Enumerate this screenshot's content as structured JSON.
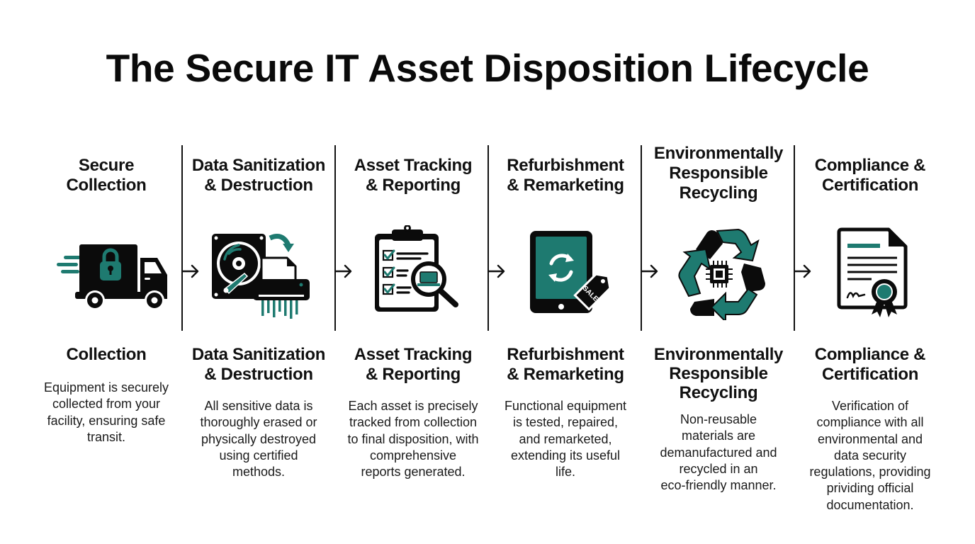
{
  "title": "The Secure IT Asset Disposition Lifecycle",
  "colors": {
    "accent_teal": "#1e7a70",
    "ink": "#111111",
    "background": "#ffffff"
  },
  "stages": [
    {
      "top_heading": [
        "Secure",
        "Collection"
      ],
      "icon": "truck-lock-icon",
      "bottom_heading": [
        "Collection"
      ],
      "description": [
        "Equipment is securely",
        "collected from your",
        "facility, ensuring safe",
        "transit."
      ]
    },
    {
      "top_heading": [
        "Data Sanitization",
        "& Destruction"
      ],
      "icon": "hard-drive-shredder-icon",
      "bottom_heading": [
        "Data Sanitization",
        "& Destruction"
      ],
      "description": [
        "All sensitive data is",
        "thoroughly erased or",
        "physically destroyed",
        "using certified",
        "methods."
      ]
    },
    {
      "top_heading": [
        "Asset Tracking",
        "& Reporting"
      ],
      "icon": "clipboard-magnifier-icon",
      "bottom_heading": [
        "Asset Tracking",
        "& Reporting"
      ],
      "description": [
        "Each asset is precisely",
        "tracked from collection",
        "to final disposition, with",
        "comprehensive",
        "reports generated."
      ]
    },
    {
      "top_heading": [
        "Refurbishment",
        "& Remarketing"
      ],
      "icon": "tablet-refresh-sale-tag-icon",
      "bottom_heading": [
        "Refurbishment",
        "& Remarketing"
      ],
      "description": [
        "Functional equipment",
        "is tested, repaired,",
        "and remarketed,",
        "extending its useful",
        "life."
      ]
    },
    {
      "top_heading": [
        "Environmentally",
        "Responsible",
        "Recycling"
      ],
      "icon": "recycle-chip-icon",
      "bottom_heading": [
        "Environmentally",
        "Responsible",
        "Recycling"
      ],
      "description": [
        "Non-reusable",
        "materials are",
        "demanufactured and",
        "recycled in an",
        "eco-friendly manner."
      ]
    },
    {
      "top_heading": [
        "Compliance &",
        "Certification"
      ],
      "icon": "certificate-ribbon-icon",
      "bottom_heading": [
        "Compliance &",
        "Certification"
      ],
      "description": [
        "Verification of",
        "compliance with all",
        "environmental and",
        "data security",
        "regulations, providing",
        "prividing official",
        "documentation."
      ]
    }
  ],
  "connectors": [
    "right-arrow-icon",
    "right-arrow-icon",
    "right-arrow-icon",
    "right-arrow-icon",
    "right-arrow-icon"
  ]
}
